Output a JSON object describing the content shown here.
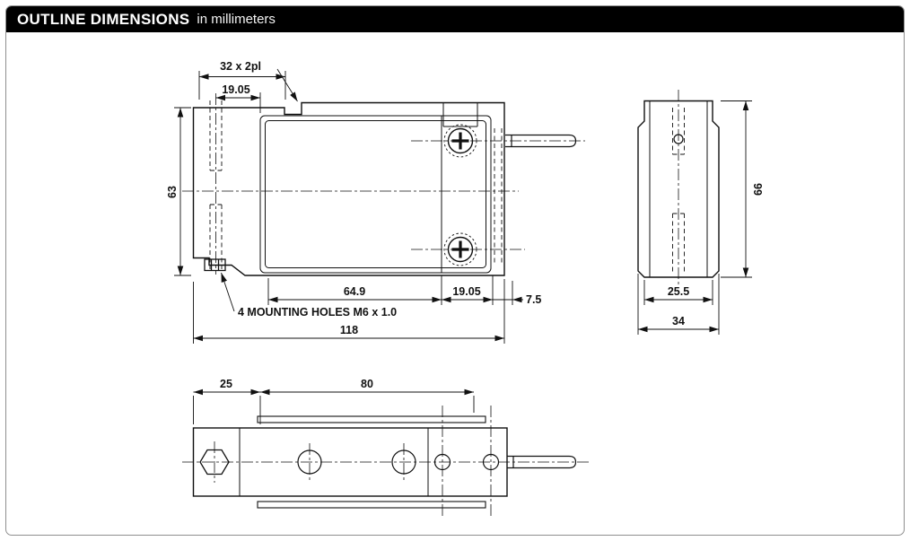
{
  "header": {
    "title": "OUTLINE DIMENSIONS",
    "subtitle": "in millimeters"
  },
  "side_view": {
    "dim_slot": "32 x 2pl",
    "dim_hole_offset_top": "19.05",
    "dim_height": "63",
    "dim_pocket": "64.9",
    "dim_hole_offset_bottom": "19.05",
    "dim_edge": "7.5",
    "dim_length": "118",
    "note_mounting": "4 MOUNTING HOLES M6 x 1.0"
  },
  "end_view": {
    "dim_height": "66",
    "dim_width_inner": "25.5",
    "dim_width": "34"
  },
  "top_view": {
    "dim_left": "25",
    "dim_span": "80"
  },
  "colors": {
    "header_bg": "#000000",
    "line": "#111111"
  }
}
